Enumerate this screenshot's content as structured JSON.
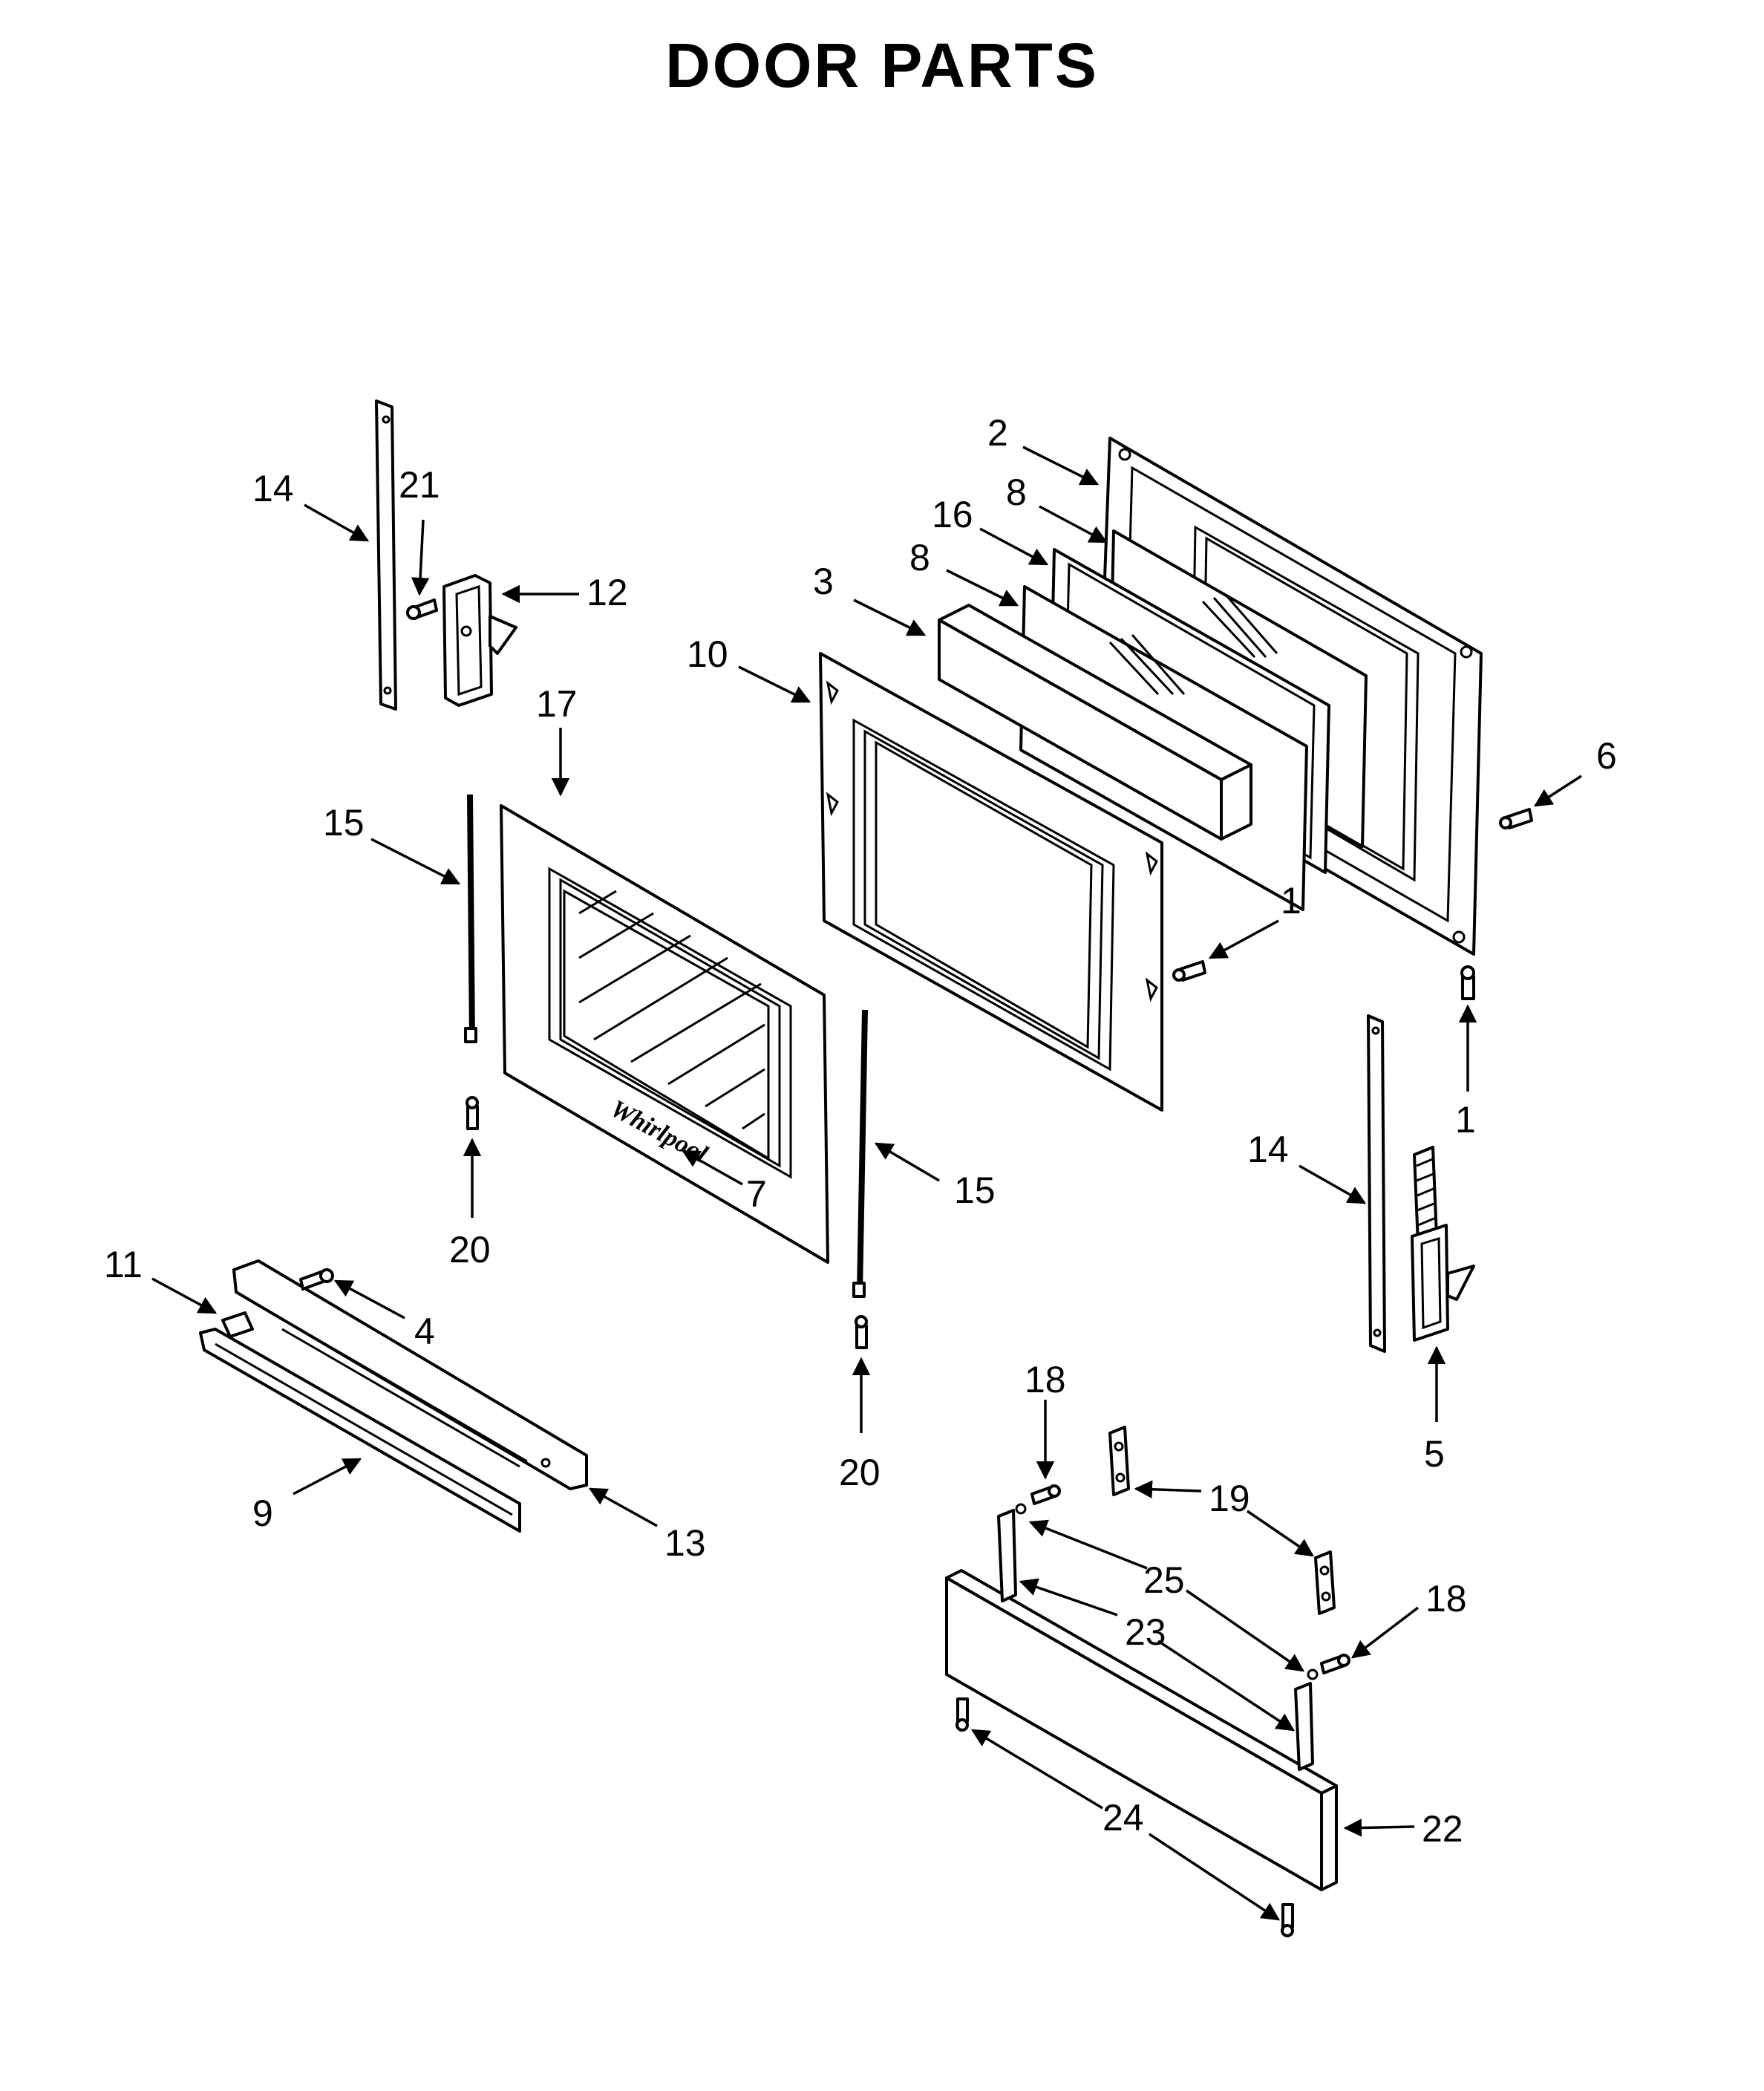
{
  "title": "DOOR PARTS",
  "logo_text": "Whirlpool",
  "callouts": {
    "c2": "2",
    "c8a": "8",
    "c16": "16",
    "c3": "3",
    "c8b": "8",
    "c10": "10",
    "c6": "6",
    "c1a": "1",
    "c1b": "1",
    "c14a": "14",
    "c21": "21",
    "c12": "12",
    "c17": "17",
    "c15a": "15",
    "c20a": "20",
    "c7": "7",
    "c15b": "15",
    "c14b": "14",
    "c5": "5",
    "c11": "11",
    "c4": "4",
    "c9": "9",
    "c13": "13",
    "c20b": "20",
    "c18a": "18",
    "c19": "19",
    "c25": "25",
    "c18b": "18",
    "c23": "23",
    "c24": "24",
    "c22": "22"
  }
}
